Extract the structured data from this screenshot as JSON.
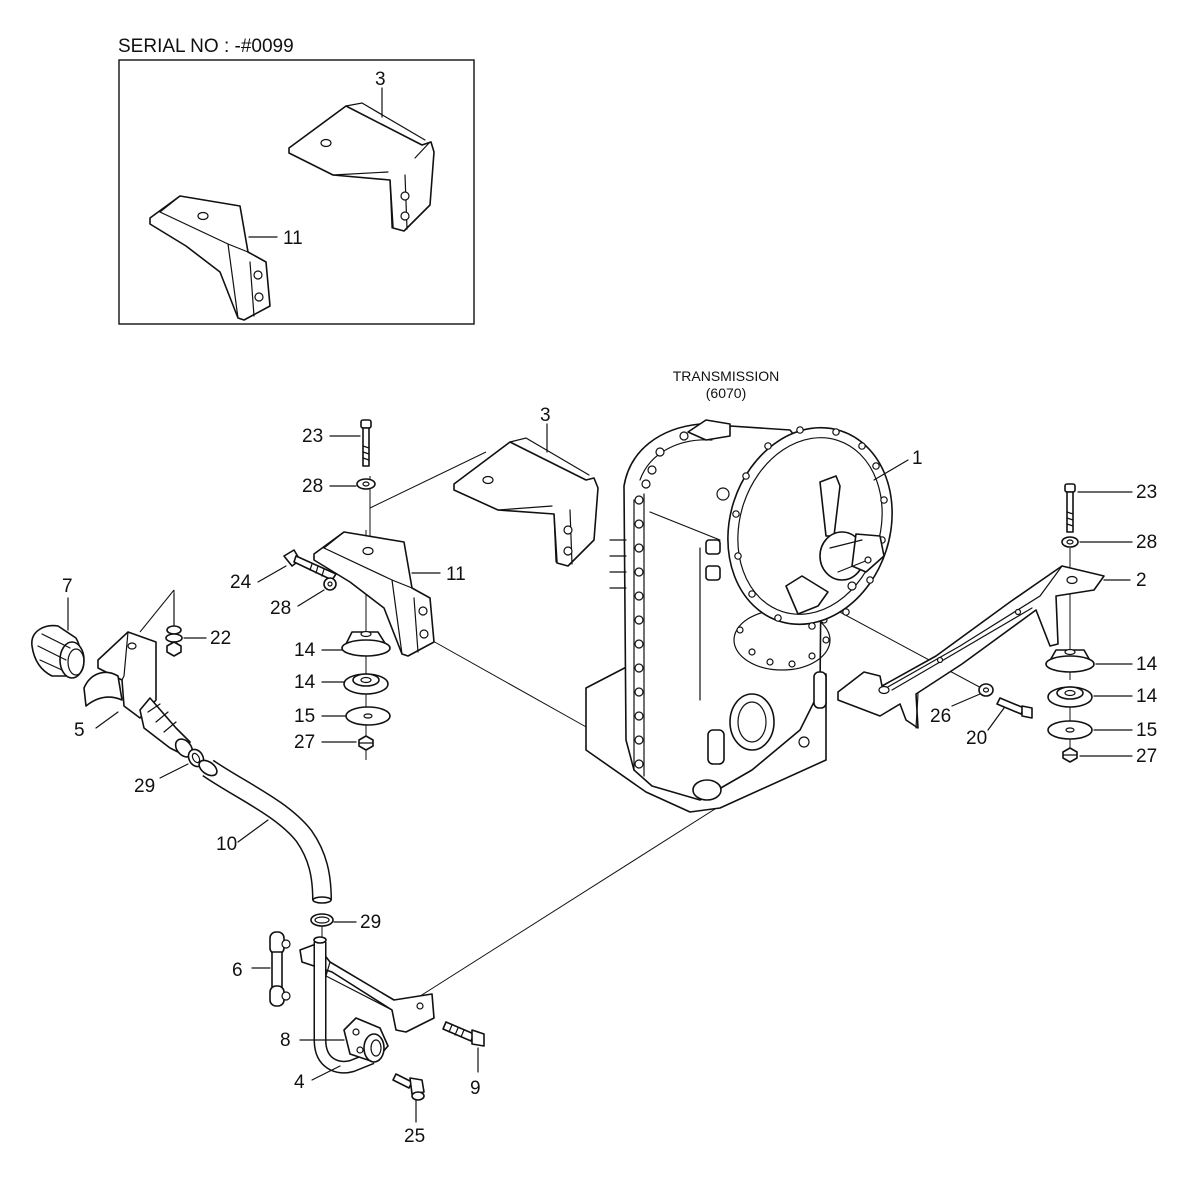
{
  "inset": {
    "serial_label": "SERIAL NO : -#0099",
    "callouts": {
      "p3": "3",
      "p11": "11"
    }
  },
  "transmission": {
    "title": "TRANSMISSION",
    "code": "(6070)"
  },
  "callouts": {
    "p1": "1",
    "p2": "2",
    "p3": "3",
    "p4": "4",
    "p5": "5",
    "p6": "6",
    "p7": "7",
    "p8": "8",
    "p9": "9",
    "p10": "10",
    "p11": "11",
    "p14_la": "14",
    "p14_lb": "14",
    "p14_ra": "14",
    "p14_rb": "14",
    "p15_l": "15",
    "p15_r": "15",
    "p20": "20",
    "p22": "22",
    "p23_l": "23",
    "p23_r": "23",
    "p24": "24",
    "p25": "25",
    "p26": "26",
    "p27_l": "27",
    "p27_r": "27",
    "p28_la": "28",
    "p28_lb": "28",
    "p28_r": "28",
    "p29_a": "29",
    "p29_b": "29"
  }
}
